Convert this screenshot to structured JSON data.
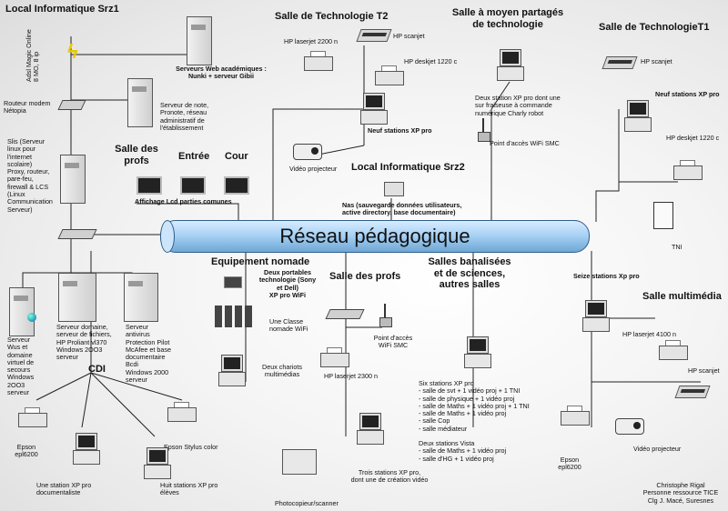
{
  "backbone": {
    "label": "Réseau pédagogique"
  },
  "lines": {
    "color": "#222222"
  },
  "zones": {
    "srz1": "Local Informatique Srz1",
    "t2": "Salle de Technologie T2",
    "moyen": "Salle à moyen partagés\nde technologie",
    "t1": "Salle de TechnologieT1",
    "profs_top": "Salle des\nprofs",
    "entree": "Entrée",
    "cour": "Cour",
    "srz2": "Local Informatique Srz2",
    "nomade": "Equipement nomade",
    "profs": "Salle des profs",
    "banalisees": "Salles banalisées\net de sciences,\nautres salles",
    "multimedia": "Salle multimédia",
    "cdi": "CDI"
  },
  "labels": {
    "adsl": "Adsl Magic Online\n8 MO, 8 ip",
    "web": "Serveurs Web académiques :\nNunki + serveur Gibii",
    "note": "Serveur de note,\nPronote, réseau\nadministratif de\nl'établissement",
    "routeur": "Routeur modem\nNétopia",
    "slis": "Slis (Serveur\nlinux pour\nl'internet\nscolaire)\nProxy, routeur,\npare-feu,\nfirewall & LCS\n(Linux\nCommunication\nServeur)",
    "affichage": "Affichage Lcd parties comunes",
    "t2_laser": "HP laserjet 2200 n",
    "t2_scan": "HP scanjet",
    "t2_desk": "HP deskjet 1220 c",
    "t2_neuf": "Neuf stations XP pro",
    "t2_proj": "Vidéo projecteur",
    "moyen_deux": "Deux station XP pro dont une\nsur fraiseuse à commande\nnumérique Charly robot",
    "wifi_smc": "Point d'accès WiFi SMC",
    "t1_scan": "HP scanjet",
    "t1_neuf": "Neuf stations XP pro",
    "t1_desk": "HP deskjet 1220 c",
    "tni": "TNI",
    "nas": "Nas (sauvegarde données utilisateurs,\nactive directory, base documentaire)",
    "wus": "Serveur\nWus et\ndomaine\nvirtuel de\nsecours\nWindows\n2OO3\nserveur",
    "domaine": "Serveur domaine,\nserveur de fichiers,\nHP Proliant vl370\nWindows 2OO3\nserveur",
    "antivirus": "Serveur\nantivirus\nProtection Pilot\nMcAfee et base\ndocumentaire\nBcdi\nWindows 2000\nserveur",
    "portables": "Deux portables\ntechnologie (Sony\net Dell)\nXP pro WiFi",
    "classe": "Une Classe\nnomade WiFi",
    "chariots": "Deux chariots\nmultimédias",
    "profs_ap": "Point d'accès\nWiFi SMC",
    "profs_laser": "HP laserjet 2300 n",
    "trois": "Trois stations XP pro,\ndont une de création vidéo",
    "copieur": "Photocopieur/scanner",
    "six": "Six stations XP pro\n- salle de svt + 1 vidéo proj + 1 TNI\n- salle de physique + 1 vidéo proj\n- salle de Maths + 1 vidéo proj + 1 TNI\n- salle de Maths + 1 vidéo proj\n- salle Cop\n- salle médiateur",
    "deux_vista": "Deux stations Vista\n- salle de Maths + 1 vidéo proj\n- salle d'HG + 1 vidéo proj",
    "seize": "Seize stations Xp pro",
    "mm_laser": "HP laserjet 4100 n",
    "mm_scan": "HP scanjet",
    "mm_epson": "Epson\nepl6200",
    "mm_proj": "Vidéo projecteur",
    "cdi_epson": "Epson\nepl6200",
    "cdi_stylus": "Epson Stylus color",
    "cdi_doc": "Une station XP pro\ndocumentaliste",
    "cdi_huit": "Huit stations XP pro\nélèves",
    "credit": "Christophe Rigal\nPersonne ressource TICE\nClg J. Macé, Suresnes"
  }
}
